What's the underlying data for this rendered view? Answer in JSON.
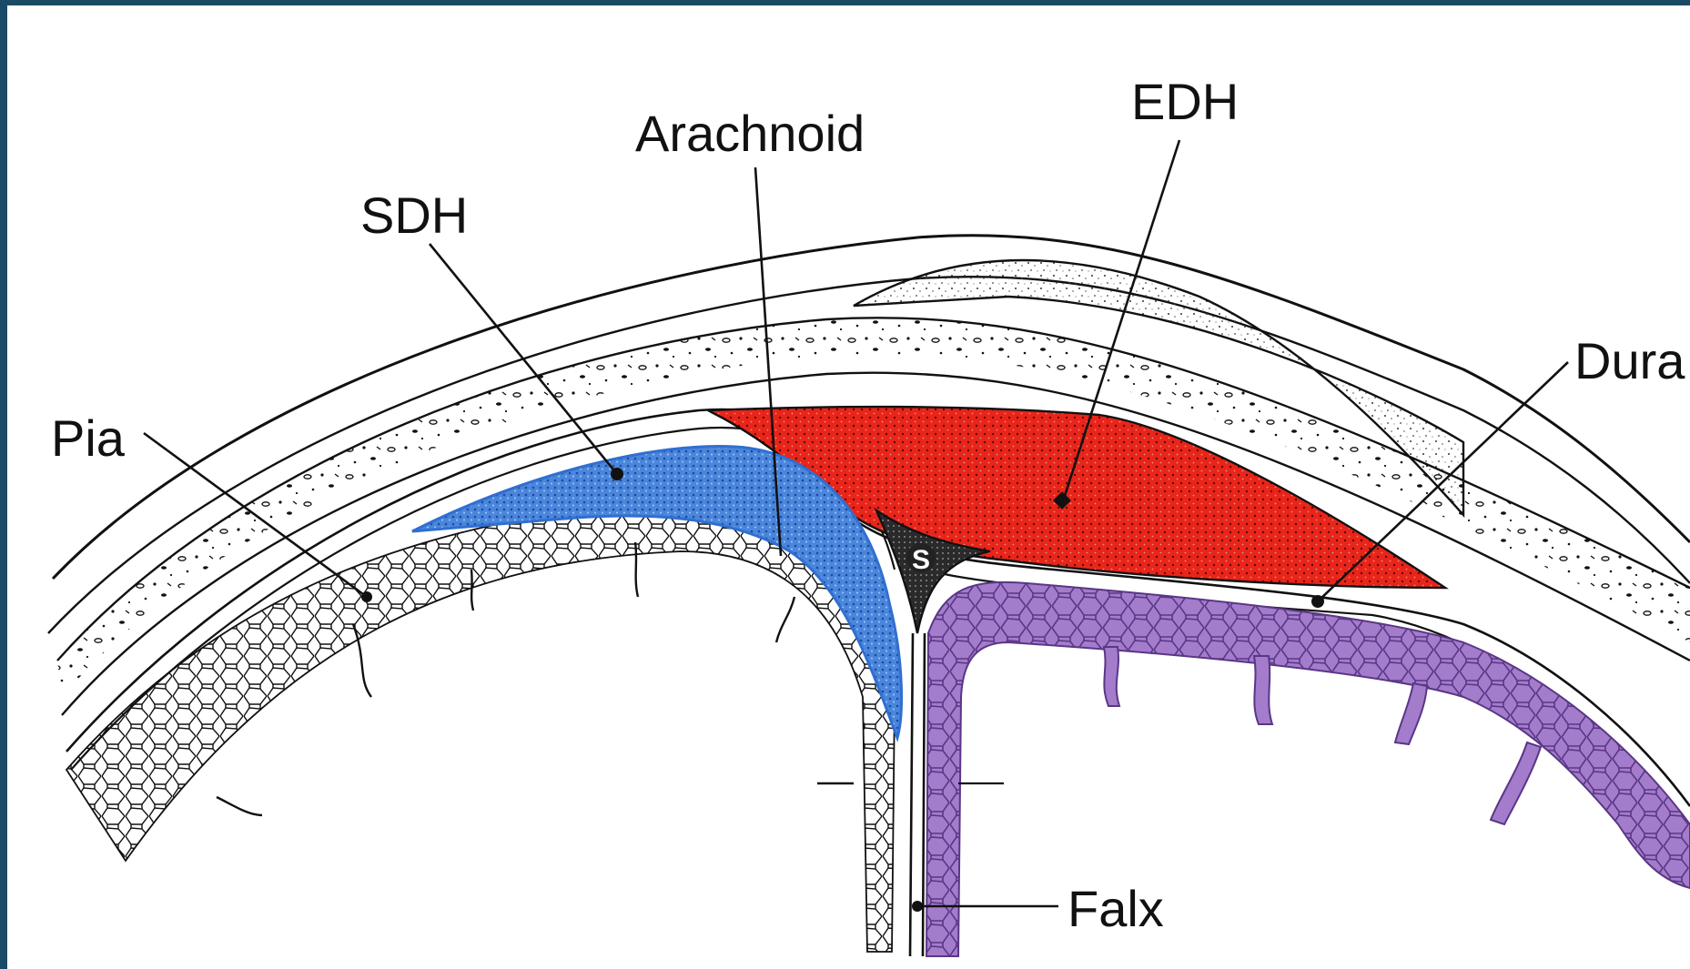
{
  "labels": {
    "edh": "EDH",
    "arachnoid": "Arachnoid",
    "sdh": "SDH",
    "dura": "Dura",
    "pia": "Pia",
    "falx": "Falx",
    "sinus": "S"
  },
  "colors": {
    "border": "#1b4a66",
    "edh": "#e8251b",
    "sdh": "#3f7fd6",
    "sdh_edge": "#2f6fd0",
    "brain_right": "#9a6fc0",
    "ink": "#111111"
  }
}
